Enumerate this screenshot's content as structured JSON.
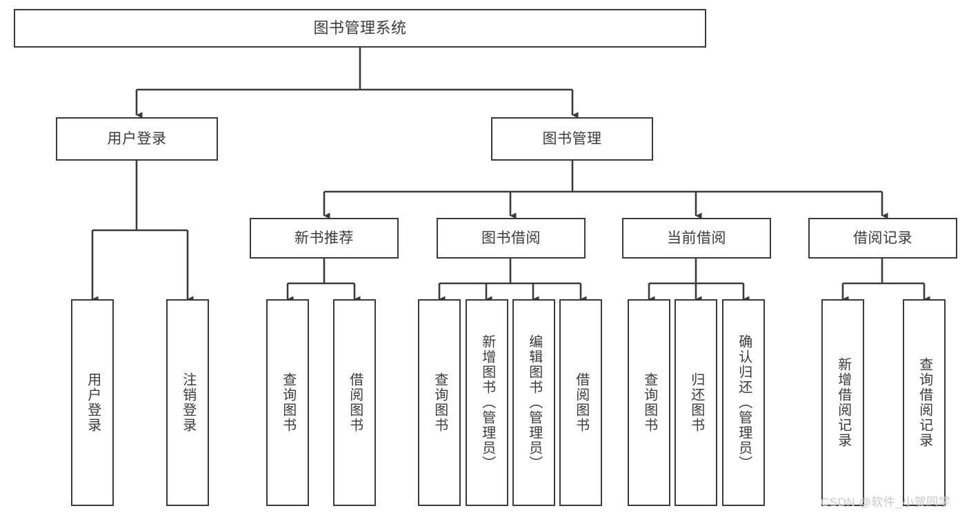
{
  "diagram": {
    "title": "图书管理系统",
    "type": "tree-hierarchy",
    "root": {
      "label": "图书管理系统"
    },
    "level2": [
      {
        "label": "用户登录"
      },
      {
        "label": "图书管理"
      }
    ],
    "level3": [
      {
        "label": "新书推荐"
      },
      {
        "label": "图书借阅"
      },
      {
        "label": "当前借阅"
      },
      {
        "label": "借阅记录"
      }
    ],
    "leaves": {
      "user_login": [
        {
          "label": "用户登录"
        },
        {
          "label": "注销登录"
        }
      ],
      "new_book_recommend": [
        {
          "label": "查询图书"
        },
        {
          "label": "借阅图书"
        }
      ],
      "book_borrow": [
        {
          "label": "查询图书"
        },
        {
          "label": "新增图书（管理员）"
        },
        {
          "label": "编辑图书（管理员）"
        },
        {
          "label": "借阅图书"
        }
      ],
      "current_borrow": [
        {
          "label": "查询图书"
        },
        {
          "label": "归还图书"
        },
        {
          "label": "确认归还（管理员）"
        }
      ],
      "borrow_record": [
        {
          "label": "新增借阅记录"
        },
        {
          "label": "查询借阅记录"
        }
      ]
    }
  },
  "watermark": {
    "text": "CSDN @软件_小贺同学"
  },
  "colors": {
    "border": "#3a3a3a",
    "text": "#3b3b3b",
    "background": "#ffffff",
    "watermark": "#c9c9c9"
  }
}
